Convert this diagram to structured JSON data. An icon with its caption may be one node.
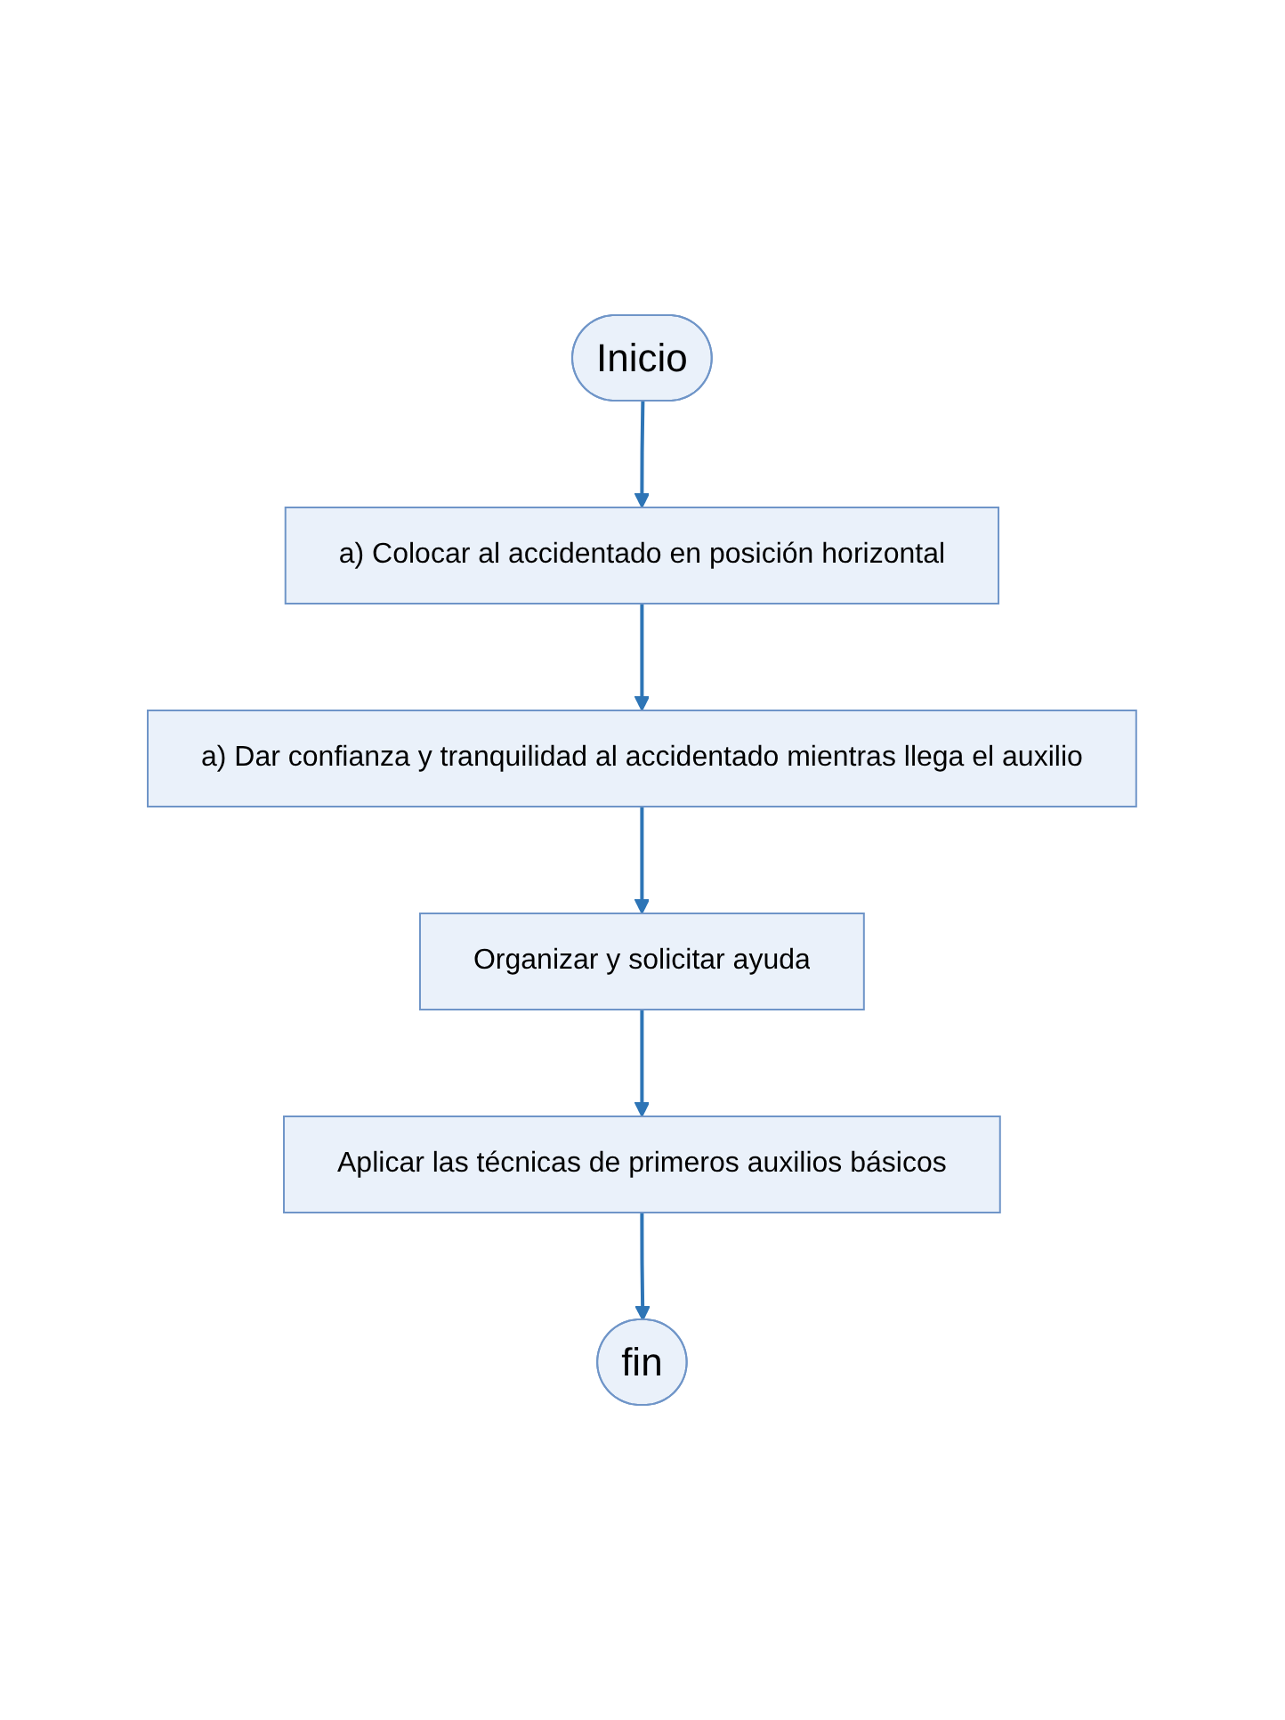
{
  "diagram": {
    "nodes": [
      {
        "text": [
          "Inicio"
        ]
      },
      {
        "text": [
          "a) Colocar al accidentado en posición horizontal"
        ]
      },
      {
        "text": [
          "a) Dar confianza y tranquilidad al accidentado mientras llega el auxilio"
        ]
      },
      {
        "text": [
          "Organizar y solicitar ayuda"
        ]
      },
      {
        "text": [
          "Aplicar las técnicas de primeros auxilios básicos"
        ]
      },
      {
        "text": [
          "fin"
        ]
      }
    ],
    "edges": [
      {
        "from": 0,
        "to": 1,
        "arrow": "to"
      },
      {
        "from": 1,
        "to": 2,
        "arrow": "to"
      },
      {
        "from": 2,
        "to": 3,
        "arrow": "to"
      },
      {
        "from": 3,
        "to": 4,
        "arrow": "to"
      },
      {
        "from": 4,
        "to": 5,
        "arrow": "to"
      }
    ]
  }
}
